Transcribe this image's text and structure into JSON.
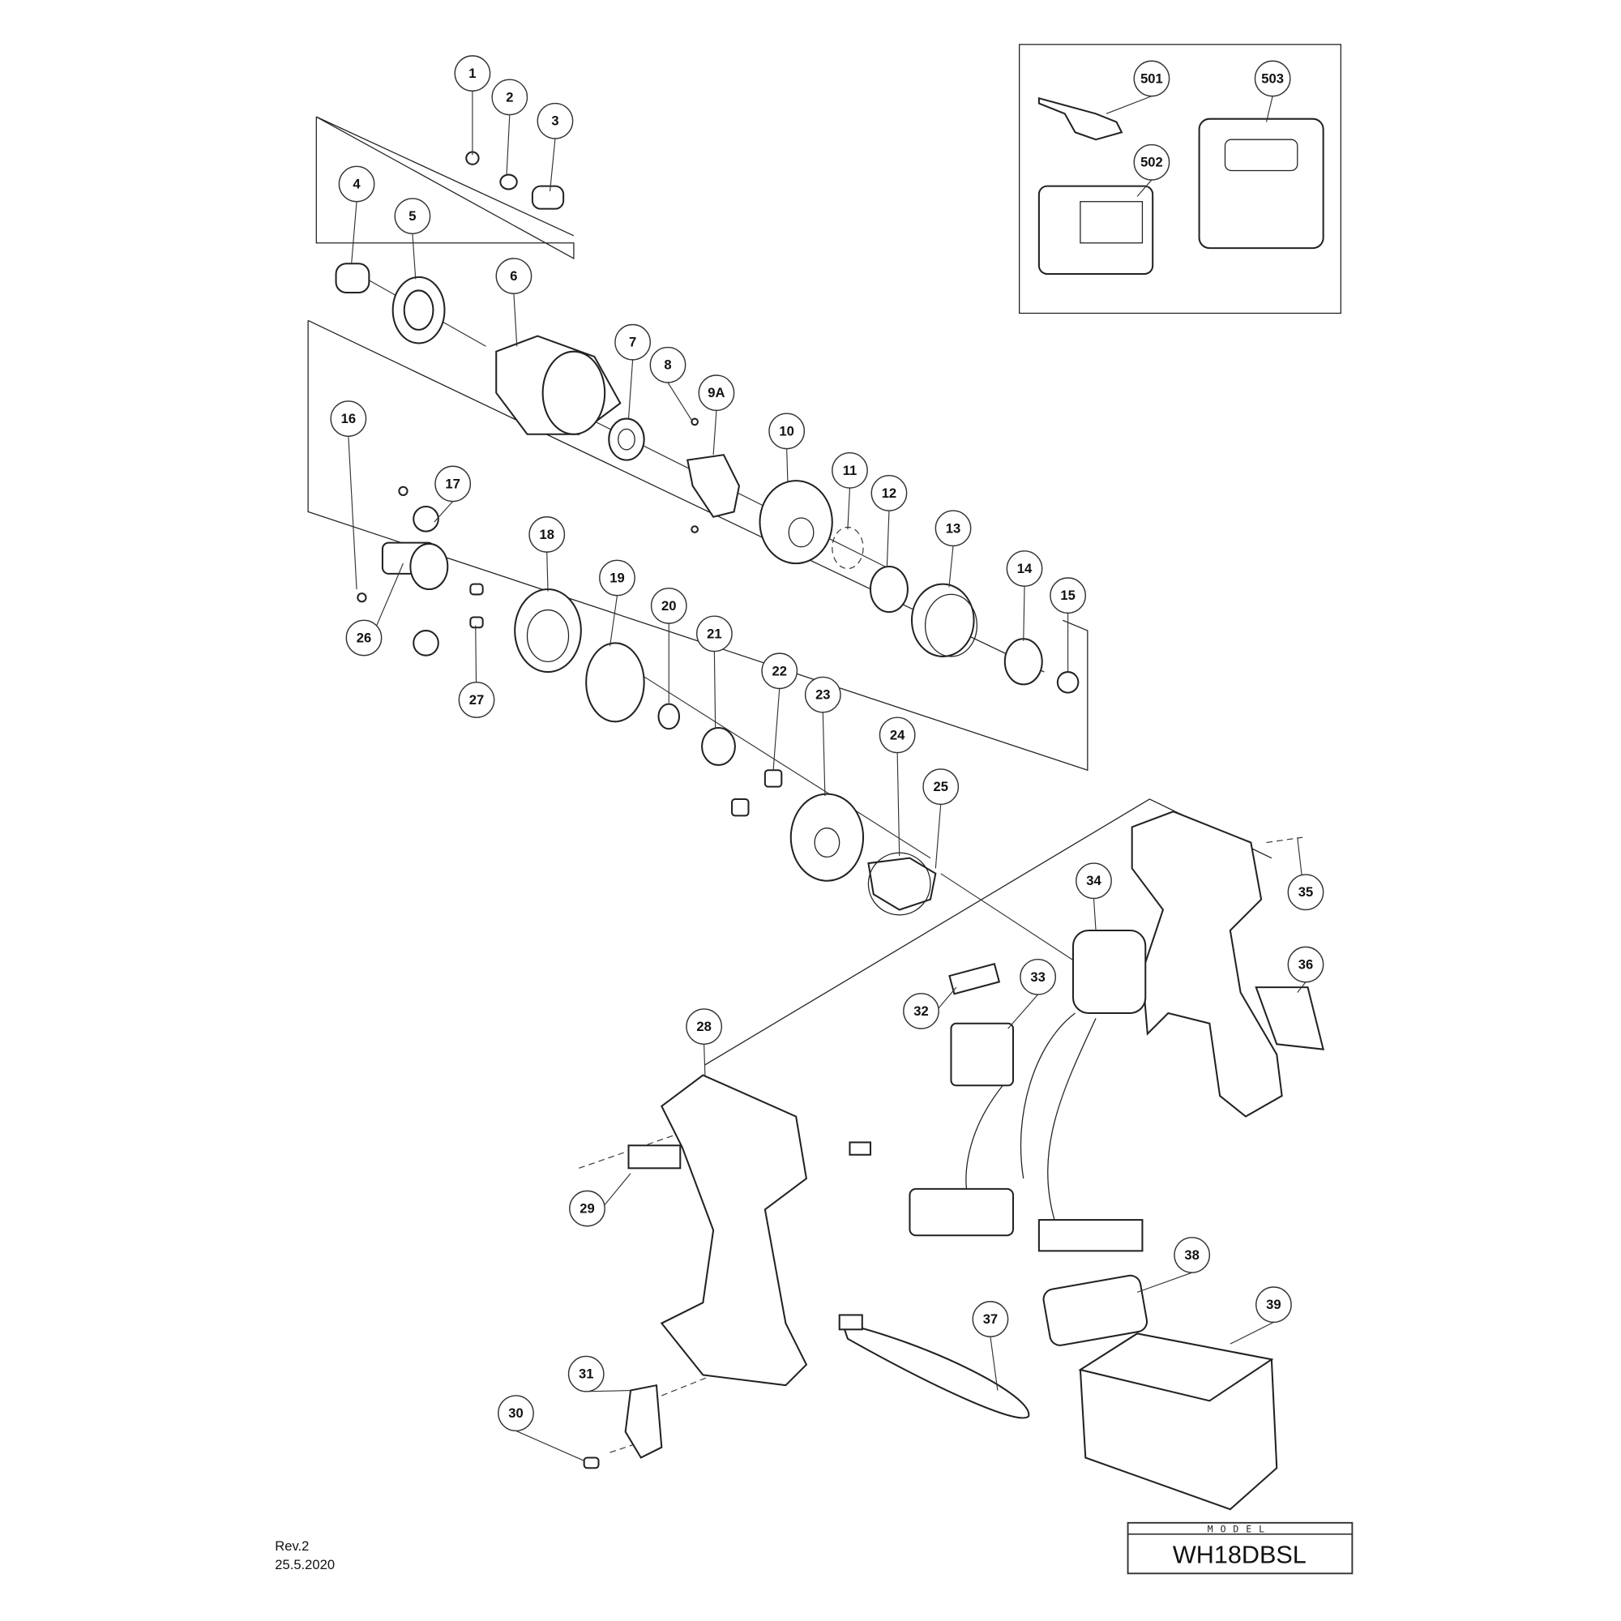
{
  "title_block": {
    "model_label": "MODEL",
    "model_name": "WH18DBSL",
    "revision": "Rev.2",
    "date": "25.5.2020"
  },
  "callouts": [
    "1",
    "2",
    "3",
    "4",
    "5",
    "6",
    "7",
    "8",
    "9A",
    "10",
    "11",
    "12",
    "13",
    "14",
    "15",
    "16",
    "17",
    "18",
    "19",
    "20",
    "21",
    "22",
    "23",
    "24",
    "25",
    "26",
    "27",
    "28",
    "29",
    "30",
    "31",
    "32",
    "33",
    "34",
    "35",
    "36",
    "37",
    "38",
    "39",
    "501",
    "502",
    "503"
  ]
}
